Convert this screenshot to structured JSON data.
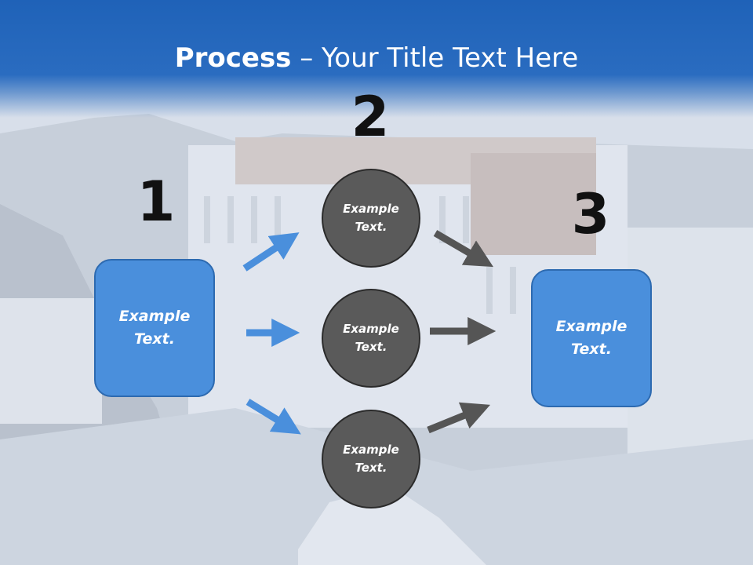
{
  "slide": {
    "title_bold": "Process",
    "title_rest": " – Your Title Text Here"
  },
  "steps": {
    "one": "1",
    "two": "2",
    "three": "3"
  },
  "nodes": {
    "left_box": [
      "Example",
      "Text."
    ],
    "circle_top": [
      "Example",
      "Text."
    ],
    "circle_mid": [
      "Example",
      "Text."
    ],
    "circle_bottom": [
      "Example",
      "Text."
    ],
    "right_box": [
      "Example",
      "Text."
    ]
  },
  "colors": {
    "header": "#1f62b8",
    "box_fill": "#4a8fdc",
    "circle_fill": "#5a5a5a",
    "blue_arrow": "#4a8fdc",
    "gray_arrow": "#555555"
  }
}
